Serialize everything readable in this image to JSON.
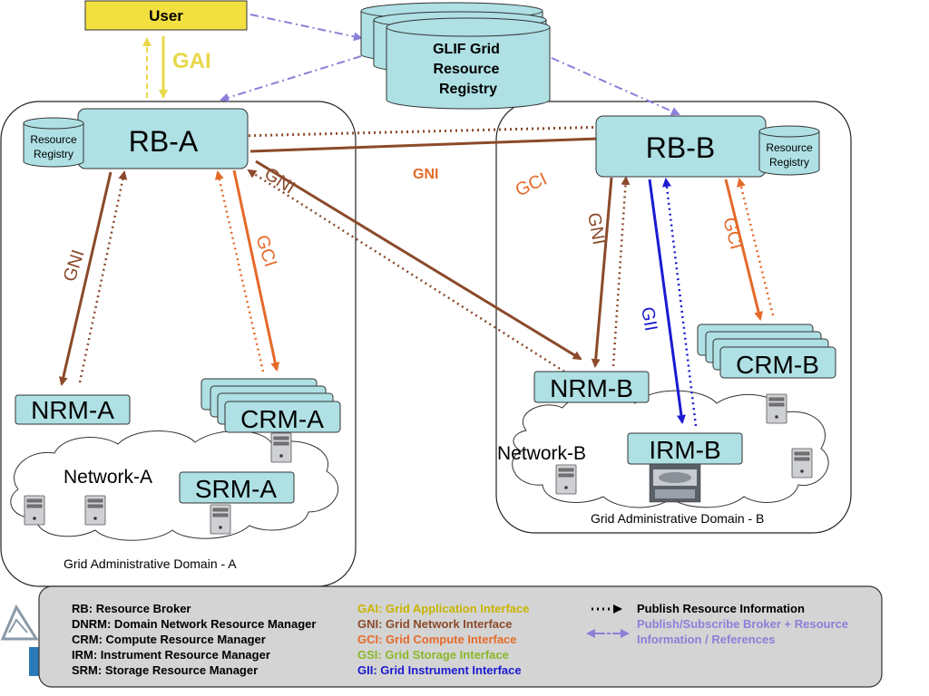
{
  "nodes": {
    "user": "User",
    "registry": {
      "line1": "GLIF Grid",
      "line2": "Resource",
      "line3": "Registry"
    },
    "rb_a": "RB-A",
    "rb_b": "RB-B",
    "rr_a": {
      "line1": "Resource",
      "line2": "Registry"
    },
    "rr_b": {
      "line1": "Resource",
      "line2": "Registry"
    },
    "nrm_a": "NRM-A",
    "nrm_b": "NRM-B",
    "crm_a": "CRM-A",
    "crm_b": "CRM-B",
    "srm_a": "SRM-A",
    "irm_b": "IRM-B",
    "network_a": "Network-A",
    "network_b": "Network-B",
    "domain_a": "Grid Administrative Domain - A",
    "domain_b": "Grid Administrative Domain - B"
  },
  "edge_labels": {
    "gai": "GAI",
    "gni_top": "GNI",
    "gni_rb_a": "GNI",
    "gni_left": "GNI",
    "gci_left": "GCI",
    "gci_b_top": "GCI",
    "gni_b": "GNI",
    "gii_b": "GII",
    "gci_b": "GCI"
  },
  "legend": {
    "col1": [
      "RB: Resource Broker",
      "DNRM: Domain Network Resource Manager",
      "CRM: Compute Resource Manager",
      "IRM: Instrument Resource Manager",
      "SRM: Storage Resource Manager"
    ],
    "col2": [
      {
        "text": "GAI: Grid Application Interface",
        "color": "#c8b400"
      },
      {
        "text": "GNI: Grid Network Interface",
        "color": "#8b4a2a"
      },
      {
        "text": "GCI: Grid Compute Interface",
        "color": "#e56a2a"
      },
      {
        "text": "GSI: Grid Storage Interface",
        "color": "#8ab82a"
      },
      {
        "text": "GII:  Grid Instrument Interface",
        "color": "#1a1ad0"
      }
    ],
    "publish": "Publish Resource Information",
    "subscribe_line1": "Publish/Subscribe Broker + Resource",
    "subscribe_line2": "Information / References"
  },
  "colors": {
    "node_fill": "#aee0e4",
    "user_fill": "#f2e040",
    "gai": "#e8d84a",
    "gni": "#8b4a2a",
    "gci": "#e56a2a",
    "gii": "#1a1ad0",
    "subscribe": "#8a80d8",
    "legend_bg": "#d4d4d4"
  }
}
